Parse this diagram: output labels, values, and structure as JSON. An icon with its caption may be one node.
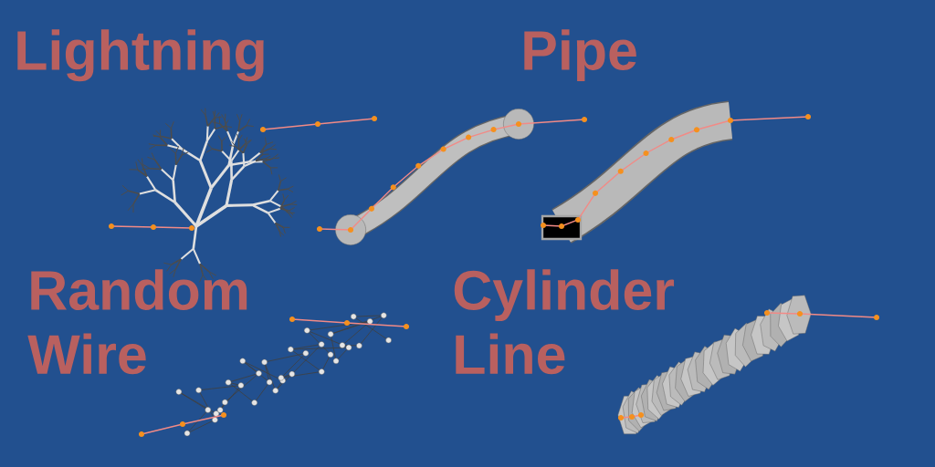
{
  "diagram": {
    "labels": [
      "Lightning",
      "Pipe",
      "Random Wire",
      "Cylinder Line"
    ]
  }
}
